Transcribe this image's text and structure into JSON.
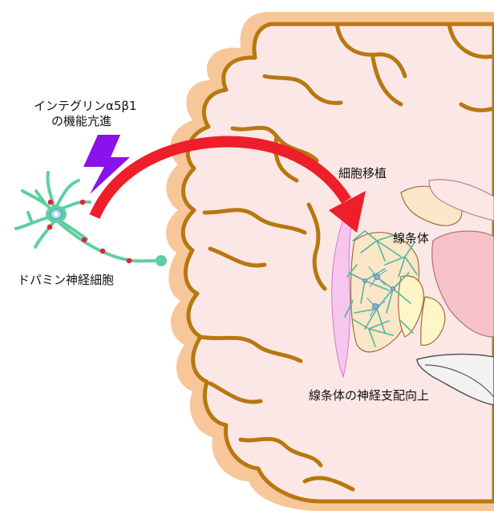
{
  "labels": {
    "integrin_line1": "インテグリンα5β1",
    "integrin_line2": "の機能亢進",
    "dopamine_neuron": "ドパミン神経細胞",
    "transplant": "細胞移植",
    "striatum": "線条体",
    "innervation": "線条体の神経支配向上"
  },
  "icons": {
    "lightning": "lightning-bolt-icon",
    "arrow": "curved-arrow-icon",
    "neuron": "neuron-icon",
    "brain": "brain-section-icon"
  },
  "colors": {
    "cortex_outer": "#f7c79a",
    "cortex_edge": "#b8780f",
    "brain_fill": "#fbe8e6",
    "lightning": "#8a12ea",
    "arrow": "#ee1e2a",
    "neuron": "#5ecfa0",
    "neuron_dot": "#e3243b",
    "striatum": "#fbe6c8",
    "graft": "#4fb89a",
    "ventricle": "#f6c6ee"
  }
}
